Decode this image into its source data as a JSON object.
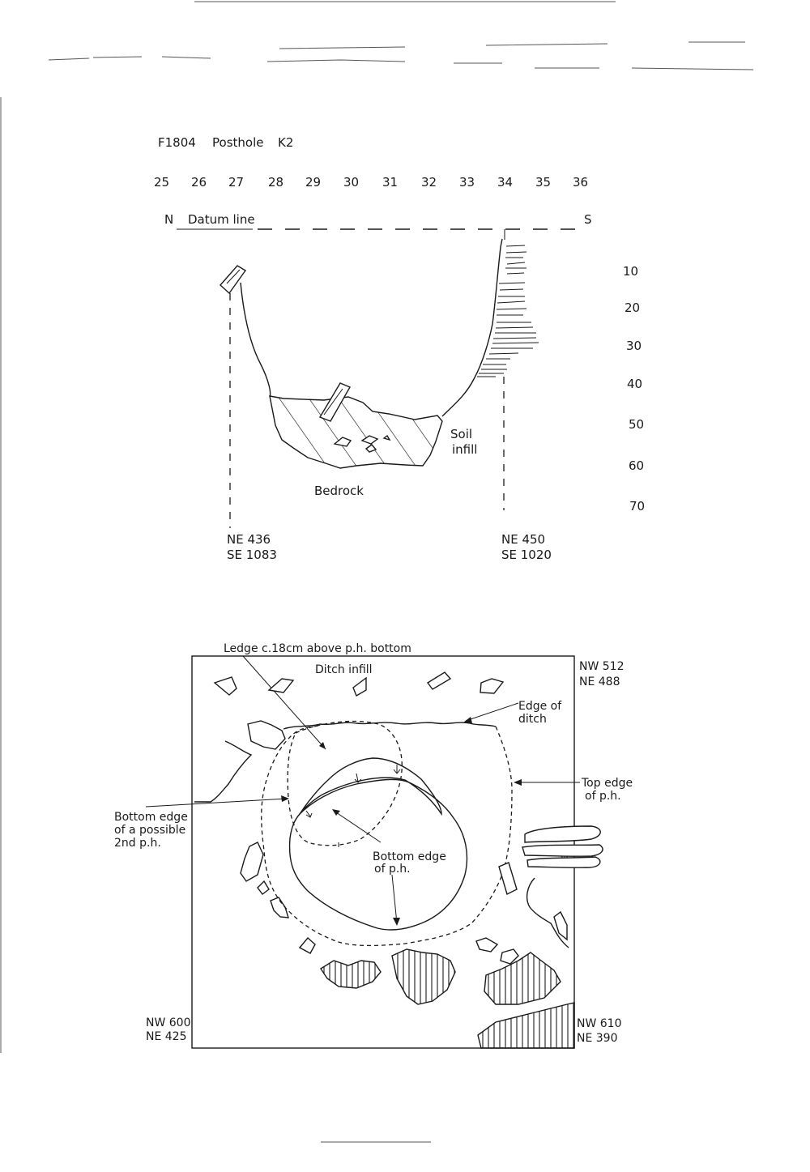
{
  "section": {
    "title": {
      "feature": "F1804",
      "type": "Posthole",
      "area": "K2"
    },
    "metre_labels": [
      "25",
      "26",
      "27",
      "28",
      "29",
      "30",
      "31",
      "32",
      "33",
      "34",
      "35",
      "36"
    ],
    "datum": {
      "north": "N",
      "label": "Datum line",
      "south": "S"
    },
    "depth_labels": [
      "10",
      "20",
      "30",
      "40",
      "50",
      "60",
      "70"
    ],
    "soil_infill": [
      "Soil",
      "infill"
    ],
    "bedrock": "Bedrock",
    "coords_left": [
      "NE 436",
      "SE 1083"
    ],
    "coords_right": [
      "NE 450",
      "SE 1020"
    ]
  },
  "plan": {
    "ledge_label": "Ledge c.18cm above p.h. bottom",
    "ditch_infill": "Ditch infill",
    "edge_of_ditch": [
      "Edge of",
      "ditch"
    ],
    "top_edge": [
      "Top edge",
      "of p.h."
    ],
    "bottom_edge_2nd": [
      "Bottom edge",
      "of a possible",
      "2nd p.h."
    ],
    "bottom_edge_ph": [
      "Bottom edge",
      "of p.h."
    ],
    "corner_top_right": [
      "NW 512",
      "NE 488"
    ],
    "corner_bottom_left": [
      "NW 600",
      "NE 425"
    ],
    "corner_bottom_right": [
      "NW 610",
      "NE 390"
    ]
  }
}
